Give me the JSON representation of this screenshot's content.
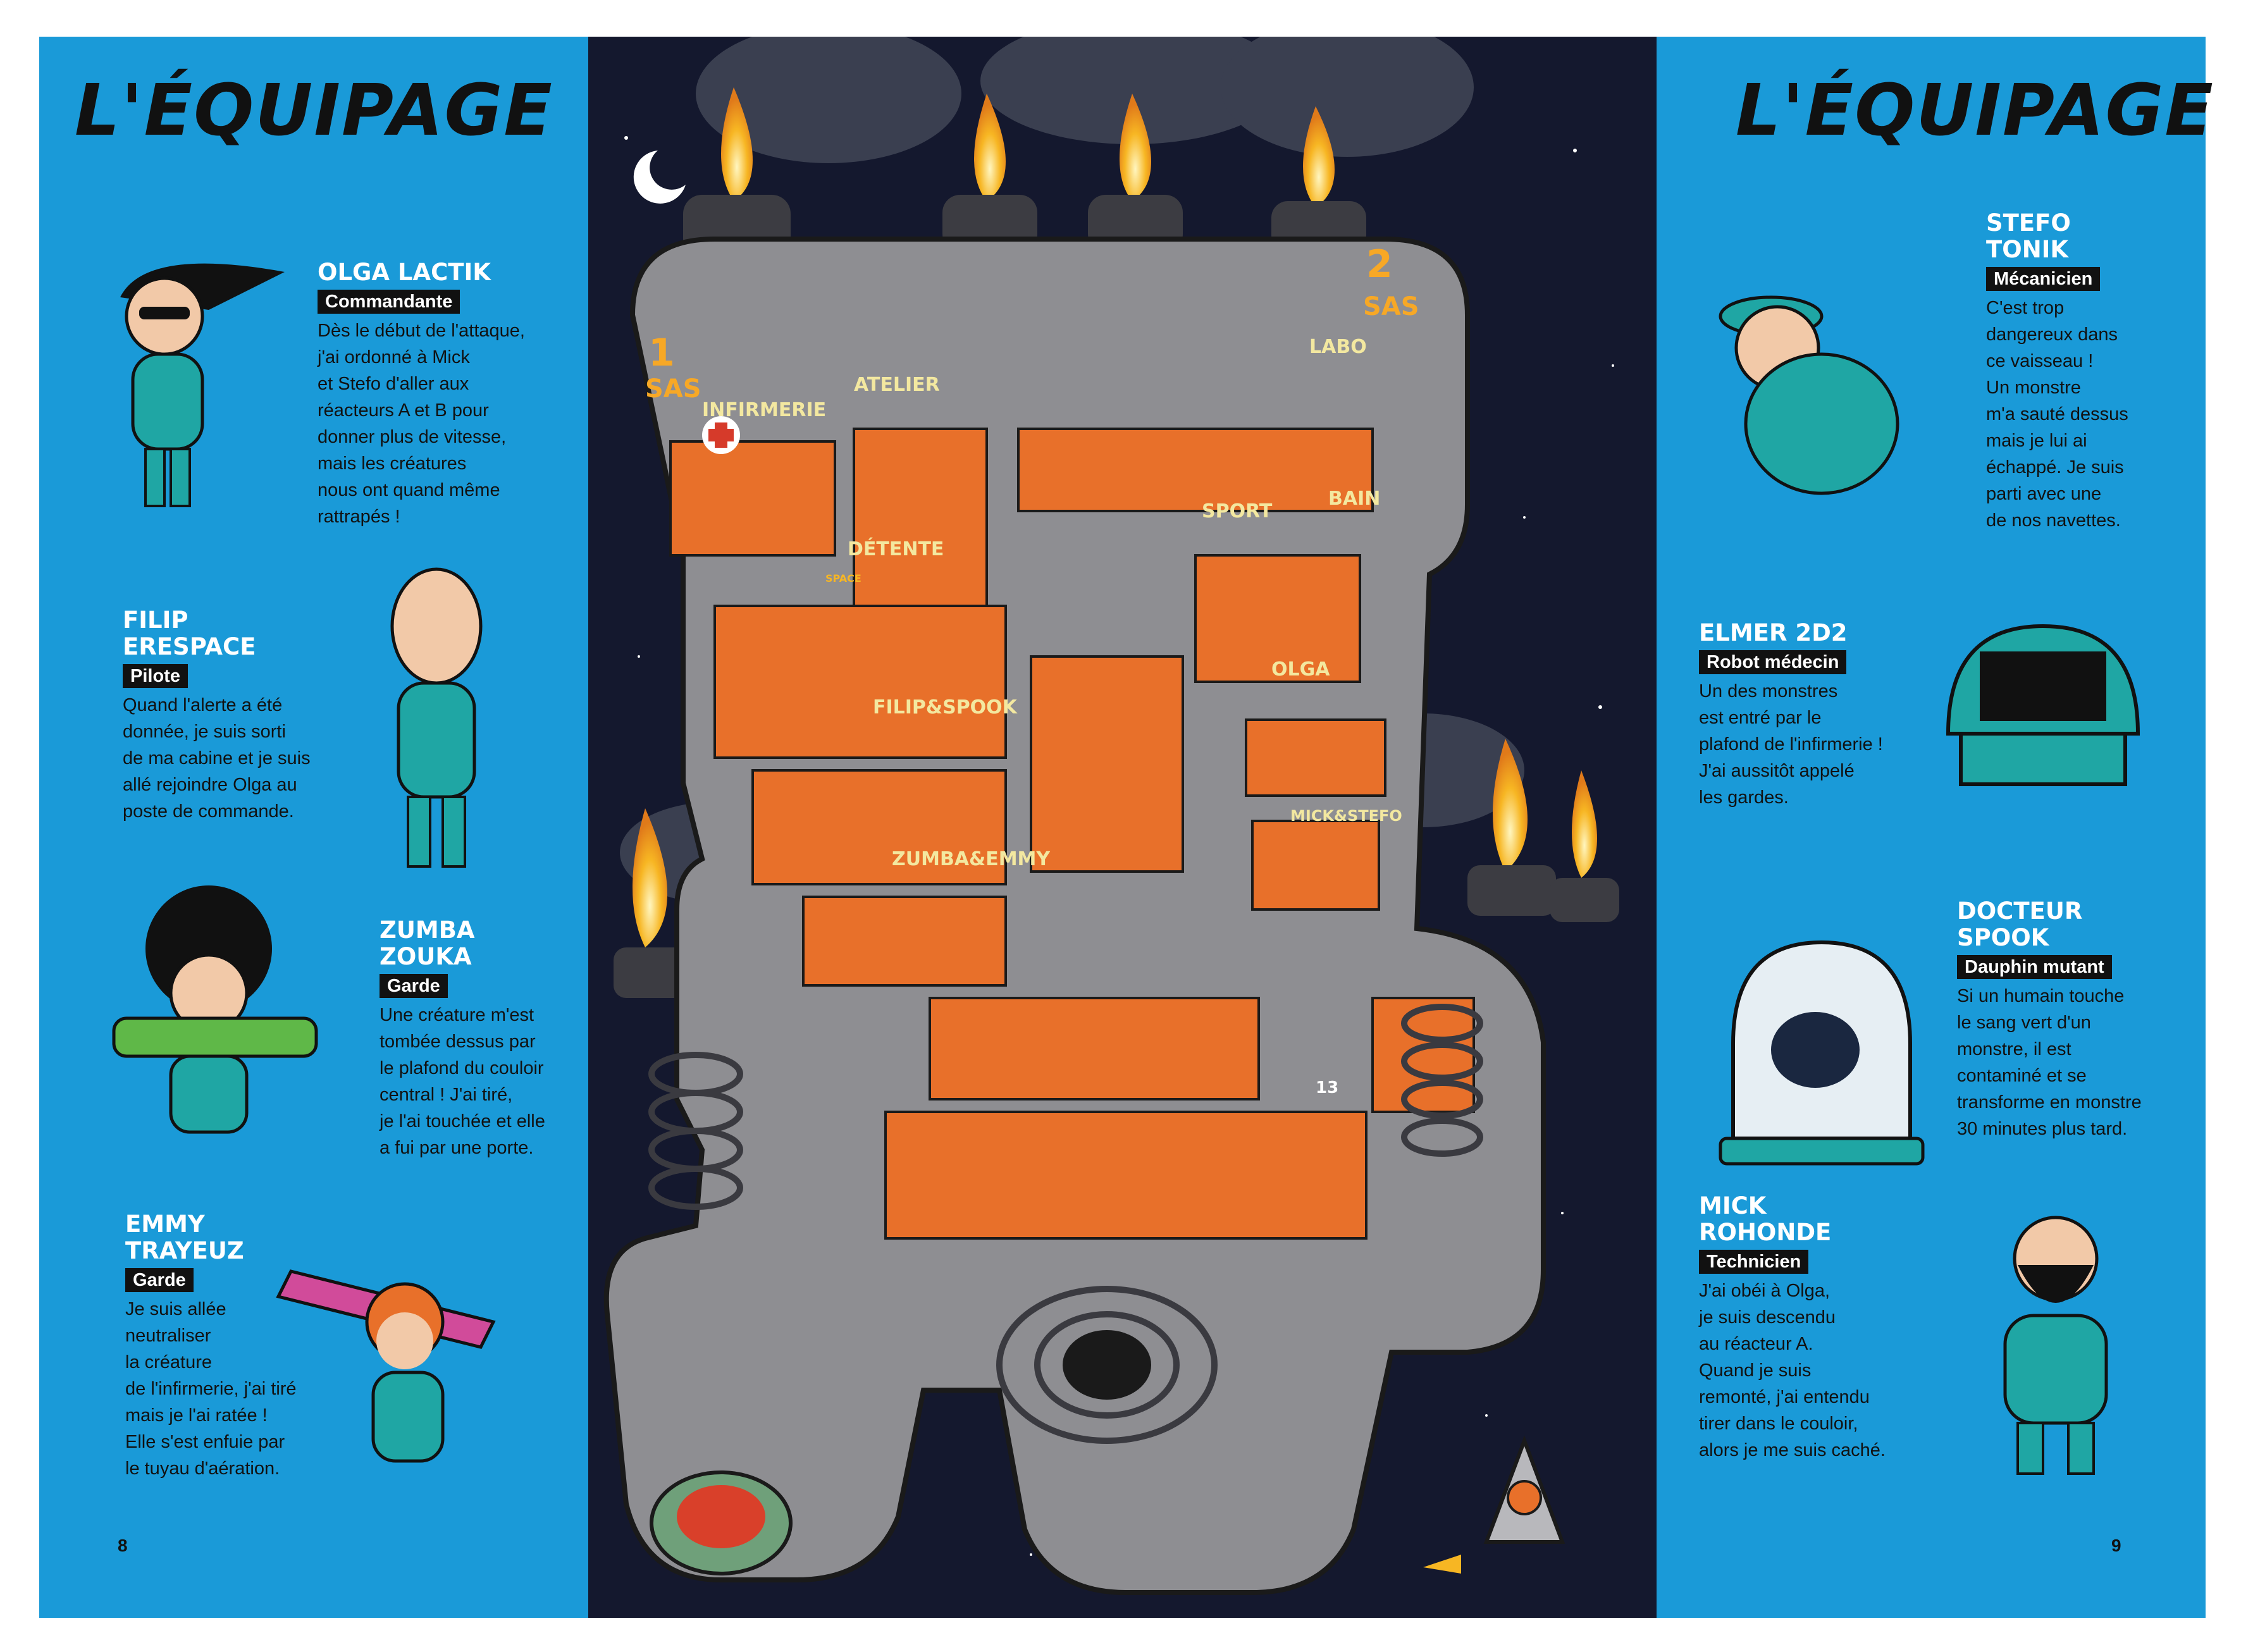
{
  "left": {
    "title": "L'ÉQUIPAGE",
    "page_number": "8",
    "crew": [
      {
        "name_lines": [
          "OLGA LACTIK"
        ],
        "role": "Commandante",
        "text": "Dès le début de l'attaque,\nj'ai ordonné à Mick\net Stefo d'aller aux\nréacteurs A et B pour\ndonner plus de vitesse,\nmais les créatures\nnous ont quand même\nrattrapés !"
      },
      {
        "name_lines": [
          "FILIP",
          "ERESPACE"
        ],
        "role": "Pilote",
        "text": "Quand l'alerte a été\ndonnée, je suis sorti\nde ma cabine et je suis\nallé rejoindre Olga au\nposte de commande."
      },
      {
        "name_lines": [
          "ZUMBA",
          "ZOUKA"
        ],
        "role": "Garde",
        "text": "Une créature m'est\ntombée dessus par\nle plafond du couloir\ncentral ! J'ai tiré,\nje l'ai touchée et elle\na fui par une porte."
      },
      {
        "name_lines": [
          "EMMY",
          "TRAYEUZ"
        ],
        "role": "Garde",
        "text": "Je suis allée\nneutraliser\nla créature\nde l'infirmerie, j'ai tiré\nmais je l'ai ratée !\nElle s'est enfuie par\nle tuyau d'aération."
      }
    ]
  },
  "right": {
    "title": "L'ÉQUIPAGE",
    "page_number": "9",
    "crew": [
      {
        "name_lines": [
          "STEFO",
          "TONIK"
        ],
        "role": "Mécanicien",
        "text": "C'est trop\ndangereux dans\nce vaisseau !\nUn monstre\nm'a sauté dessus\nmais je lui ai\néchappé. Je suis\nparti avec une\nde nos navettes."
      },
      {
        "name_lines": [
          "ELMER 2D2"
        ],
        "role": "Robot médecin",
        "text": "Un des monstres\nest entré par le\nplafond de l'infirmerie !\nJ'ai aussitôt appelé\nles gardes."
      },
      {
        "name_lines": [
          "DOCTEUR",
          "SPOOK"
        ],
        "role": "Dauphin mutant",
        "text": "Si un humain touche\nle sang vert d'un\nmonstre, il est\ncontaminé et se\ntransforme en monstre\n30 minutes plus tard."
      },
      {
        "name_lines": [
          "MICK",
          "ROHONDE"
        ],
        "role": "Technicien",
        "text": "J'ai obéi à Olga,\nje suis descendu\nau réacteur A.\nQuand je suis\nremonté, j'ai entendu\ntirer dans le couloir,\nalors je me suis caché."
      }
    ]
  },
  "ship": {
    "rooms": {
      "sas1_number": "1",
      "sas1": "SAS",
      "sas2_number": "2",
      "sas2": "SAS",
      "infirmary": "INFIRMERIE",
      "workshop": "ATELIER",
      "lab": "LABO",
      "lounge": "DÉTENTE",
      "sport": "SPORT",
      "bath": "BAIN",
      "cabin_filip_spook": "FILIP&SPOOK",
      "cabin_olga": "OLGA",
      "cabin_zumba_emmy": "ZUMBA&EMMY",
      "cabin_mick_stefo": "MICK&STEFO",
      "lounge_sign": "SPACE",
      "control_panel_number": "13"
    },
    "colors": {
      "background": "#1a9ad8",
      "space": "#14182e",
      "hull": "#8e8e92",
      "floor": "#e8702a",
      "flame": "#f7b623",
      "crew_suit": "#1fa6a4"
    }
  }
}
